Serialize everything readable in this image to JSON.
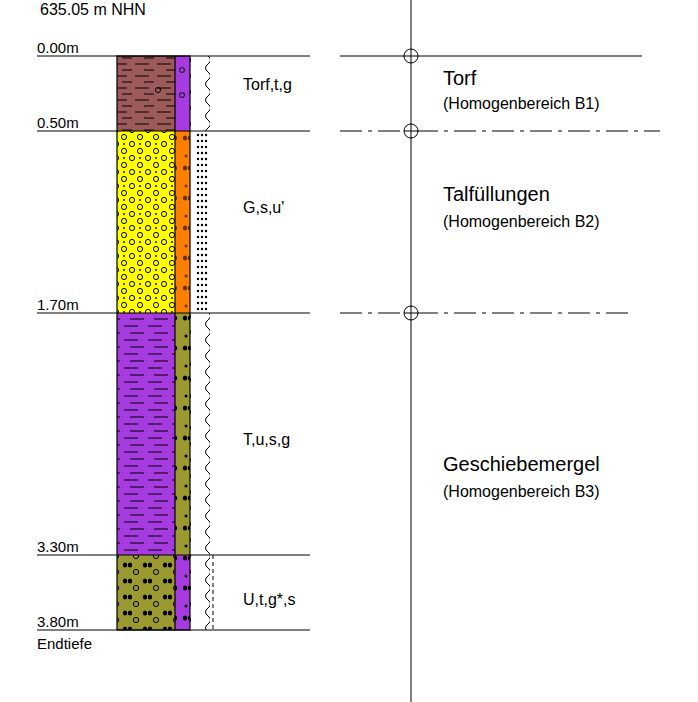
{
  "diagram": {
    "labels": [
      "635.05 m NHN",
      "0.00m",
      "0.50m",
      "1.70m",
      "3.30m",
      "3.80m",
      "Endtiefe",
      "Torf,t,g",
      "G,s,u'",
      "T,u,s,g",
      "U,t,g*,s",
      "Torf",
      "(Homogenbereich B1)",
      "Talfüllungen",
      "(Homogenbereich B2)",
      "Geschiebemergel",
      "(Homogenbereich B3)"
    ]
  }
}
